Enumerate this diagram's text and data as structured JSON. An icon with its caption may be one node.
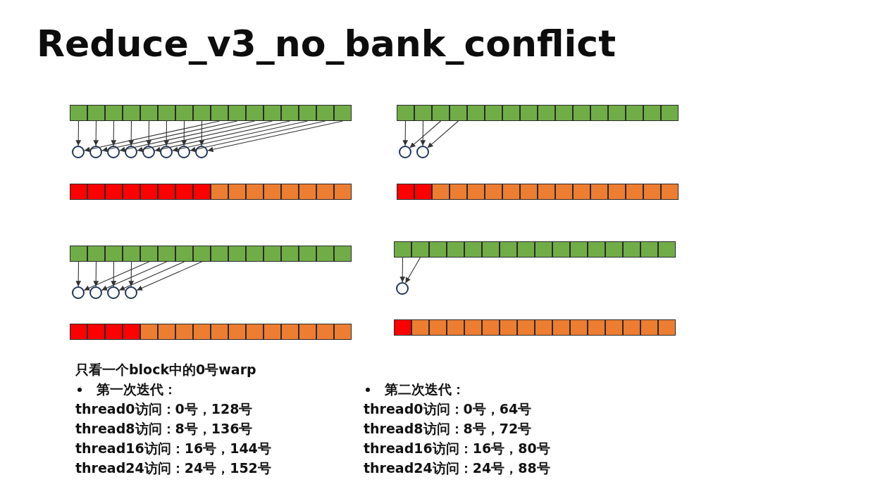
{
  "diagram": {
    "title": "Reduce_v3_no_bank_conflict",
    "nodes": [
      {
        "text": [],
        "shape": "box"
      },
      {
        "text": [],
        "shape": "box"
      },
      {
        "text": [],
        "shape": "box"
      },
      {
        "text": [],
        "shape": "box"
      },
      {
        "text": [],
        "shape": "box"
      },
      {
        "text": [],
        "shape": "box"
      },
      {
        "text": [],
        "shape": "box"
      },
      {
        "text": [],
        "shape": "box"
      },
      {
        "text": [],
        "shape": "box"
      },
      {
        "text": [],
        "shape": "box"
      },
      {
        "text": [],
        "shape": "box"
      },
      {
        "text": [],
        "shape": "box"
      },
      {
        "text": [],
        "shape": "box"
      },
      {
        "text": [],
        "shape": "box"
      },
      {
        "text": [],
        "shape": "box"
      },
      {
        "text": [],
        "shape": "box"
      },
      {
        "text": [],
        "shape": "box"
      },
      {
        "text": [],
        "shape": "box"
      },
      {
        "text": [],
        "shape": "box"
      },
      {
        "text": [],
        "shape": "box"
      },
      {
        "text": [],
        "shape": "box"
      },
      {
        "text": [],
        "shape": "box"
      },
      {
        "text": [],
        "shape": "box"
      },
      {
        "text": [],
        "shape": "box"
      },
      {
        "text": [],
        "shape": "box"
      },
      {
        "text": [],
        "shape": "box"
      },
      {
        "text": [],
        "shape": "box"
      },
      {
        "text": [],
        "shape": "box"
      },
      {
        "text": [],
        "shape": "box"
      },
      {
        "text": [],
        "shape": "box"
      },
      {
        "text": [],
        "shape": "box"
      },
      {
        "text": [],
        "shape": "box"
      },
      {
        "text": [],
        "shape": "circle"
      },
      {
        "text": [],
        "shape": "circle"
      },
      {
        "text": [],
        "shape": "circle"
      },
      {
        "text": [],
        "shape": "circle"
      },
      {
        "text": [],
        "shape": "circle"
      },
      {
        "text": [],
        "shape": "circle"
      },
      {
        "text": [],
        "shape": "circle"
      },
      {
        "text": [],
        "shape": "circle"
      },
      {
        "text": [],
        "shape": "circle"
      },
      {
        "text": [],
        "shape": "circle"
      },
      {
        "text": [],
        "shape": "box"
      },
      {
        "text": [],
        "shape": "box"
      },
      {
        "text": [],
        "shape": "box"
      },
      {
        "text": [],
        "shape": "box"
      },
      {
        "text": [],
        "shape": "box"
      },
      {
        "text": [],
        "shape": "box"
      },
      {
        "text": [],
        "shape": "box"
      },
      {
        "text": [],
        "shape": "box"
      },
      {
        "text": [],
        "shape": "box"
      },
      {
        "text": [],
        "shape": "box"
      },
      {
        "text": [],
        "shape": "box"
      },
      {
        "text": [],
        "shape": "box"
      },
      {
        "text": [],
        "shape": "box"
      },
      {
        "text": [],
        "shape": "box"
      },
      {
        "text": [],
        "shape": "box"
      },
      {
        "text": [],
        "shape": "box"
      },
      {
        "text": [],
        "shape": "box"
      },
      {
        "text": [],
        "shape": "box"
      },
      {
        "text": [],
        "shape": "box"
      },
      {
        "text": [],
        "shape": "box"
      },
      {
        "text": [],
        "shape": "box"
      },
      {
        "text": [],
        "shape": "box"
      },
      {
        "text": [],
        "shape": "box"
      },
      {
        "text": [],
        "shape": "box"
      },
      {
        "text": [],
        "shape": "box"
      },
      {
        "text": [],
        "shape": "box"
      },
      {
        "text": [],
        "shape": "box"
      },
      {
        "text": [],
        "shape": "box"
      },
      {
        "text": [],
        "shape": "box"
      },
      {
        "text": [],
        "shape": "box"
      },
      {
        "text": [],
        "shape": "box"
      },
      {
        "text": [],
        "shape": "box"
      },
      {
        "text": [],
        "shape": "box"
      },
      {
        "text": [],
        "shape": "box"
      },
      {
        "text": [],
        "shape": "box"
      },
      {
        "text": [],
        "shape": "box"
      },
      {
        "text": [],
        "shape": "box"
      },
      {
        "text": [],
        "shape": "box"
      },
      {
        "text": [],
        "shape": "box"
      },
      {
        "text": [],
        "shape": "box"
      },
      {
        "text": [],
        "shape": "box"
      },
      {
        "text": [],
        "shape": "box"
      },
      {
        "text": [],
        "shape": "box"
      },
      {
        "text": [],
        "shape": "box"
      },
      {
        "text": [],
        "shape": "box"
      },
      {
        "text": [],
        "shape": "box"
      },
      {
        "text": [],
        "shape": "box"
      },
      {
        "text": [],
        "shape": "box"
      },
      {
        "text": [],
        "shape": "box"
      },
      {
        "text": [],
        "shape": "box"
      },
      {
        "text": [],
        "shape": "box"
      },
      {
        "text": [],
        "shape": "box"
      },
      {
        "text": [],
        "shape": "box"
      },
      {
        "text": [],
        "shape": "box"
      },
      {
        "text": [],
        "shape": "box"
      },
      {
        "text": [],
        "shape": "box"
      },
      {
        "text": [],
        "shape": "box"
      },
      {
        "text": [],
        "shape": "box"
      },
      {
        "text": [],
        "shape": "box"
      },
      {
        "text": [],
        "shape": "box"
      },
      {
        "text": [],
        "shape": "box"
      },
      {
        "text": [],
        "shape": "box"
      },
      {
        "text": [],
        "shape": "box"
      },
      {
        "text": [],
        "shape": "box"
      },
      {
        "text": [],
        "shape": "circle"
      },
      {
        "text": [],
        "shape": "circle"
      },
      {
        "text": [],
        "shape": "circle"
      },
      {
        "text": [],
        "shape": "circle"
      },
      {
        "text": [],
        "shape": "circle"
      },
      {
        "text": [],
        "shape": "box"
      },
      {
        "text": [],
        "shape": "box"
      },
      {
        "text": [],
        "shape": "box"
      },
      {
        "text": [],
        "shape": "box"
      },
      {
        "text": [],
        "shape": "box"
      },
      {
        "text": [],
        "shape": "box"
      },
      {
        "text": [],
        "shape": "box"
      },
      {
        "text": [],
        "shape": "box"
      },
      {
        "text": [],
        "shape": "box"
      },
      {
        "text": [],
        "shape": "box"
      },
      {
        "text": [],
        "shape": "box"
      },
      {
        "text": [],
        "shape": "box"
      },
      {
        "text": [],
        "shape": "box"
      },
      {
        "text": [],
        "shape": "box"
      },
      {
        "text": [],
        "shape": "box"
      },
      {
        "text": [],
        "shape": "box"
      },
      {
        "text": [],
        "shape": "box"
      },
      {
        "text": [],
        "shape": "box"
      },
      {
        "text": [],
        "shape": "box"
      },
      {
        "text": [],
        "shape": "box"
      },
      {
        "text": [],
        "shape": "box"
      },
      {
        "text": [],
        "shape": "box"
      },
      {
        "text": [],
        "shape": "box"
      },
      {
        "text": [],
        "shape": "box"
      },
      {
        "text": [],
        "shape": "box"
      },
      {
        "text": [],
        "shape": "box"
      },
      {
        "text": [],
        "shape": "box"
      },
      {
        "text": [],
        "shape": "box"
      },
      {
        "text": [],
        "shape": "box"
      },
      {
        "text": [],
        "shape": "box"
      },
      {
        "text": [],
        "shape": "box"
      },
      {
        "text": [],
        "shape": "box"
      }
    ],
    "edges": [
      {
        "from": 0,
        "to": 32,
        "arrow": "to"
      },
      {
        "from": 8,
        "to": 32,
        "arrow": "to"
      },
      {
        "from": 1,
        "to": 33,
        "arrow": "to"
      },
      {
        "from": 9,
        "to": 33,
        "arrow": "to"
      },
      {
        "from": 2,
        "to": 34,
        "arrow": "to"
      },
      {
        "from": 10,
        "to": 34,
        "arrow": "to"
      },
      {
        "from": 3,
        "to": 35,
        "arrow": "to"
      },
      {
        "from": 11,
        "to": 35,
        "arrow": "to"
      },
      {
        "from": 4,
        "to": 36,
        "arrow": "to"
      },
      {
        "from": 12,
        "to": 36,
        "arrow": "to"
      },
      {
        "from": 5,
        "to": 37,
        "arrow": "to"
      },
      {
        "from": 13,
        "to": 37,
        "arrow": "to"
      },
      {
        "from": 6,
        "to": 38,
        "arrow": "to"
      },
      {
        "from": 14,
        "to": 38,
        "arrow": "to"
      },
      {
        "from": 7,
        "to": 39,
        "arrow": "to"
      },
      {
        "from": 15,
        "to": 39,
        "arrow": "to"
      },
      {
        "from": 16,
        "to": 40,
        "arrow": "to"
      },
      {
        "from": 18,
        "to": 40,
        "arrow": "to"
      },
      {
        "from": 17,
        "to": 41,
        "arrow": "to"
      },
      {
        "from": 19,
        "to": 41,
        "arrow": "to"
      },
      {
        "from": 74,
        "to": 106,
        "arrow": "to"
      },
      {
        "from": 78,
        "to": 106,
        "arrow": "to"
      },
      {
        "from": 75,
        "to": 107,
        "arrow": "to"
      },
      {
        "from": 79,
        "to": 107,
        "arrow": "to"
      },
      {
        "from": 76,
        "to": 108,
        "arrow": "to"
      },
      {
        "from": 80,
        "to": 108,
        "arrow": "to"
      },
      {
        "from": 77,
        "to": 109,
        "arrow": "to"
      },
      {
        "from": 81,
        "to": 109,
        "arrow": "to"
      },
      {
        "from": 90,
        "to": 110,
        "arrow": "to"
      },
      {
        "from": 91,
        "to": 110,
        "arrow": "to"
      }
    ],
    "labels": [
      "只看一个block中的0号warp",
      "第一次迭代：",
      "thread0访问：0号，128号",
      "thread8访问：8号，136号",
      "thread16访问：16号，144号",
      "thread24访问：24号，152号",
      "第二次迭代：",
      "thread0访问：0号，64号",
      "thread8访问：8号，72号",
      "thread16访问：16号，80号",
      "thread24访问：24号，88号"
    ]
  }
}
